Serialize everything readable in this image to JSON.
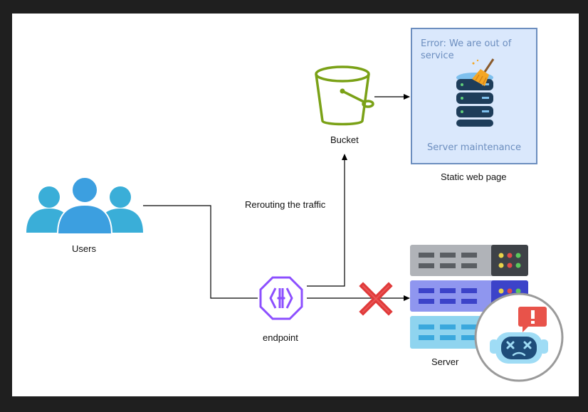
{
  "labels": {
    "users": "Users",
    "endpoint": "endpoint",
    "bucket": "Bucket",
    "rerouting": "Rerouting the traffic",
    "static_page": "Static web page",
    "server": "Server"
  },
  "static_box": {
    "error": "Error: We are out of service",
    "maintenance": "Server maintenance"
  },
  "colors": {
    "users": "#3aaed8",
    "endpoint": "#8c4fff",
    "bucket": "#7aa116",
    "static_fill": "#dae8fc",
    "static_border": "#6c8ebf",
    "blocked_x": "#e03a3a",
    "robot_alert": "#e8534a"
  },
  "icons": [
    "users-icon",
    "endpoint-icon",
    "bucket-icon",
    "database-icon",
    "broom-icon",
    "server-rack-icon",
    "broken-robot-icon",
    "blocked-x-icon"
  ]
}
